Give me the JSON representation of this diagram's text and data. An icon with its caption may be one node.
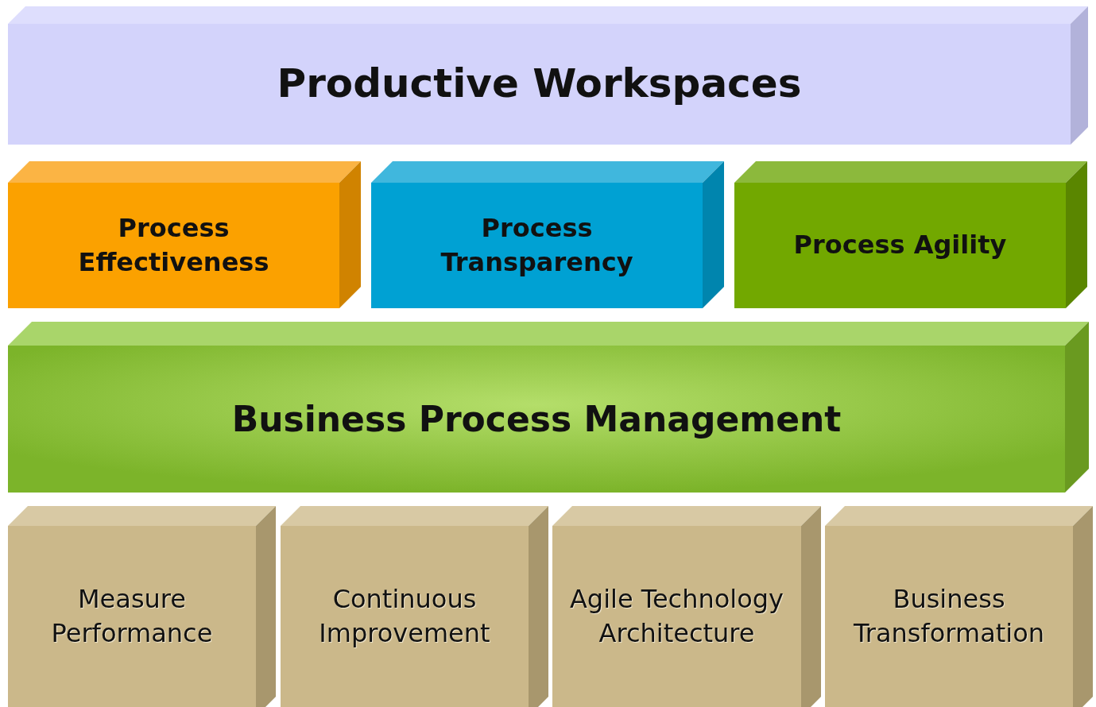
{
  "diagram": {
    "nodes": [
      {
        "text": [
          "Productive Workspaces"
        ]
      },
      {
        "text": [
          "Process Effectiveness"
        ]
      },
      {
        "text": [
          "Process Transparency"
        ]
      },
      {
        "text": [
          "Process Agility"
        ]
      },
      {
        "text": [
          "Business Process Management"
        ]
      },
      {
        "text": [
          "Measure Performance"
        ]
      },
      {
        "text": [
          "Continuous Improvement"
        ]
      },
      {
        "text": [
          "Agile Technology Architecture"
        ]
      },
      {
        "text": [
          "Business Transformation"
        ]
      }
    ]
  }
}
